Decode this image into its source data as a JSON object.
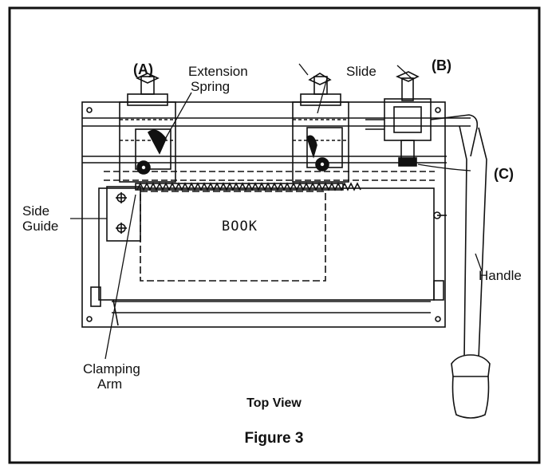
{
  "labels": {
    "a": "(A)",
    "extension_spring": [
      "Extension",
      "Spring"
    ],
    "slide": "Slide",
    "b": "(B)",
    "c": "(C)",
    "side_guide": [
      "Side",
      "Guide"
    ],
    "book": "BOOK",
    "handle": "Handle",
    "clamping_arm": [
      "Clamping",
      "Arm"
    ]
  },
  "captions": {
    "view": "Top View",
    "figure": "Figure 3"
  }
}
